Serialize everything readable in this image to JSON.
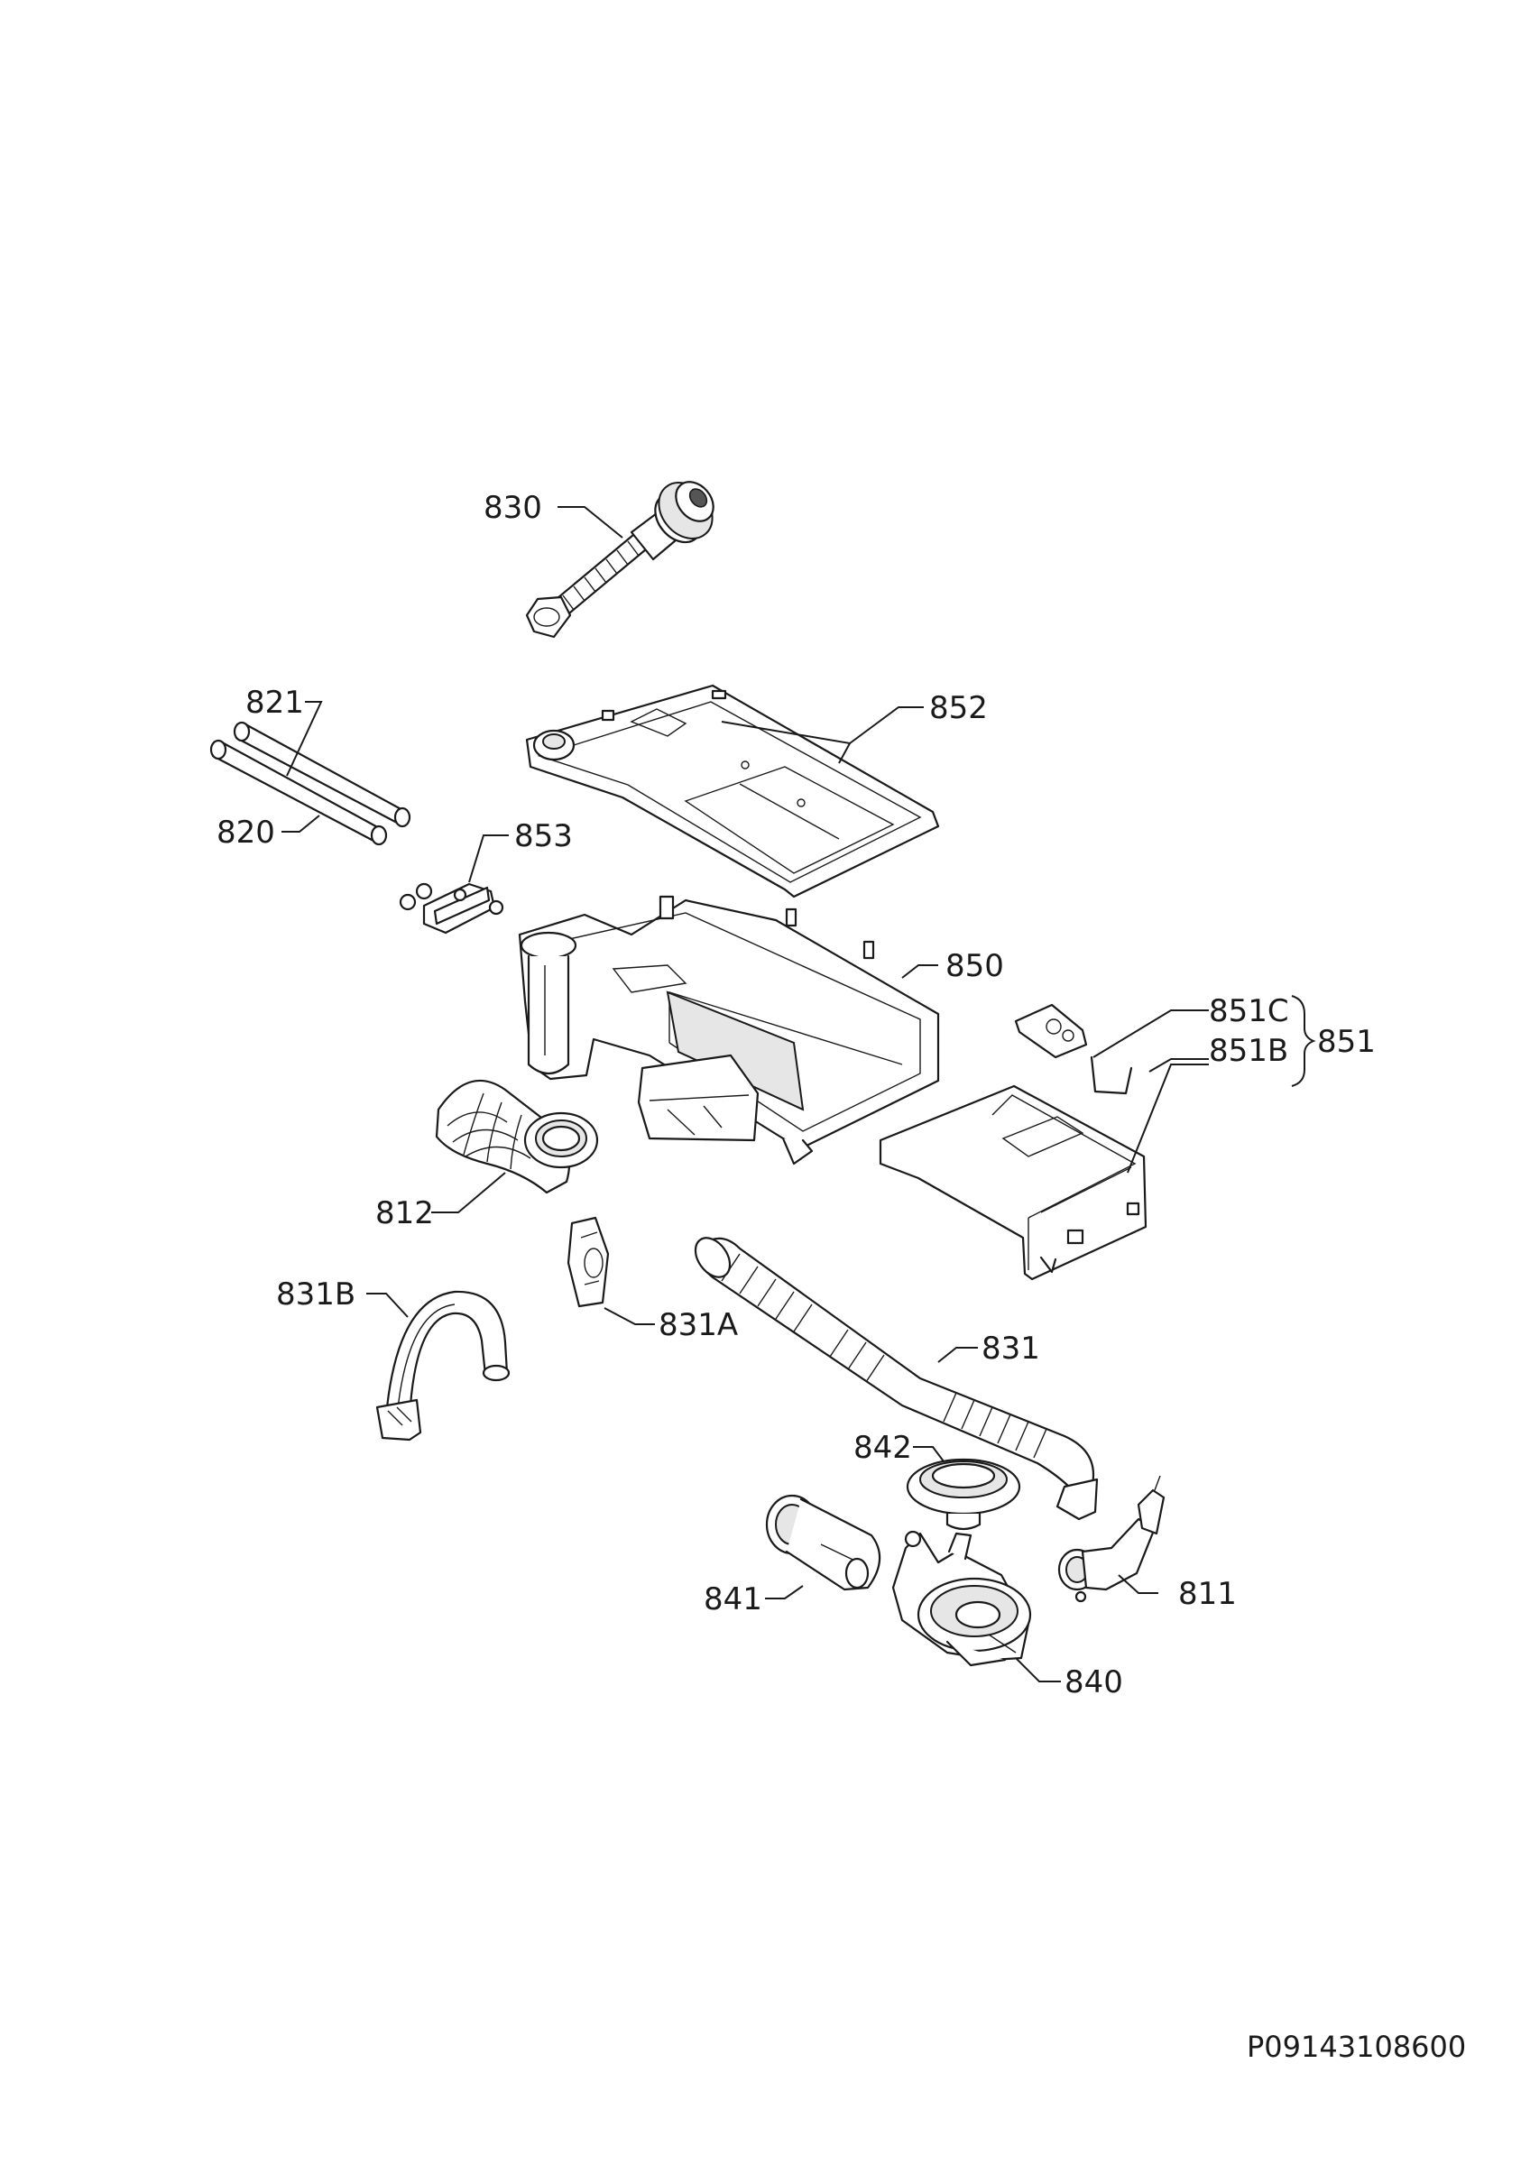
{
  "drawing_code": "P09143108600",
  "labels": {
    "p830": "830",
    "p821": "821",
    "p820": "820",
    "p852": "852",
    "p853": "853",
    "p850": "850",
    "p851C": "851C",
    "p851B": "851B",
    "p851": "851",
    "p812": "812",
    "p831B": "831B",
    "p831A": "831A",
    "p831": "831",
    "p842": "842",
    "p841": "841",
    "p811": "811",
    "p840": "840"
  }
}
